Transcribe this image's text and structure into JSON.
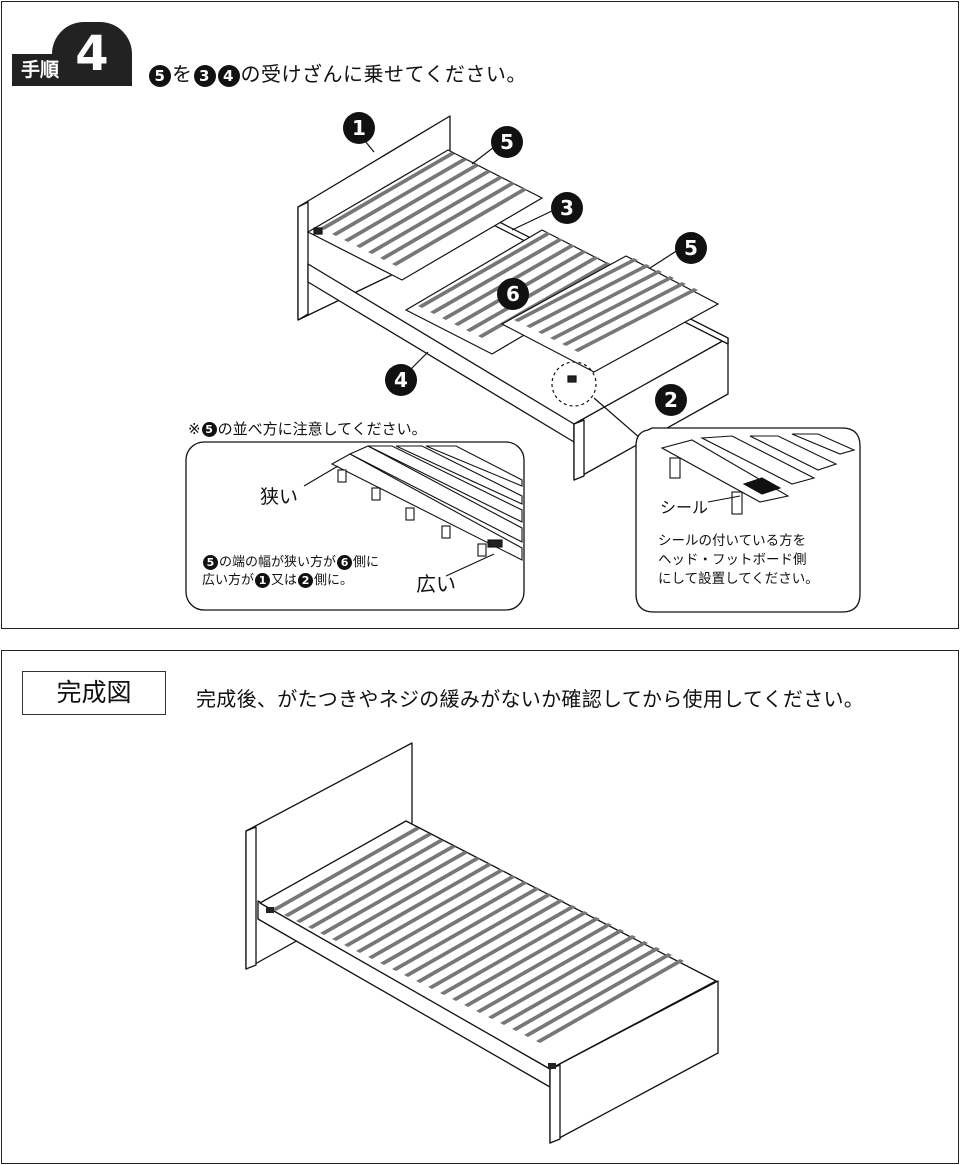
{
  "step": {
    "badge_label": "手順",
    "badge_number": "4",
    "instruction": {
      "a": "5",
      "b": "を",
      "c": "3",
      "d": "4",
      "e": "の受けざんに乗せてください。"
    }
  },
  "callouts": {
    "headboard": "1",
    "slat_a": "5",
    "rail_3": "3",
    "slat_b": "5",
    "center": "6",
    "rail_4": "4",
    "footboard": "2"
  },
  "note": {
    "head_prefix": "※",
    "head_num": "5",
    "head_text": "の並べ方に注意してください。",
    "narrow": "狭い",
    "wide": "広い",
    "line1_n1": "5",
    "line1_a": "の端の幅が狭い方が",
    "line1_n2": "6",
    "line1_b": "側に",
    "line2_a": "広い方が",
    "line2_n1": "1",
    "line2_b": "又は",
    "line2_n2": "2",
    "line2_c": "側に。"
  },
  "seal": {
    "label": "シール",
    "line1": "シールの付いている方を",
    "line2": "ヘッド・フットボード側",
    "line3": "にして設置してください。"
  },
  "done": {
    "badge": "完成図",
    "text": "完成後、がたつきやネジの緩みがないか確認してから使用してください。"
  },
  "colors": {
    "ink": "#111111",
    "slat_fill": "#ffffff"
  }
}
